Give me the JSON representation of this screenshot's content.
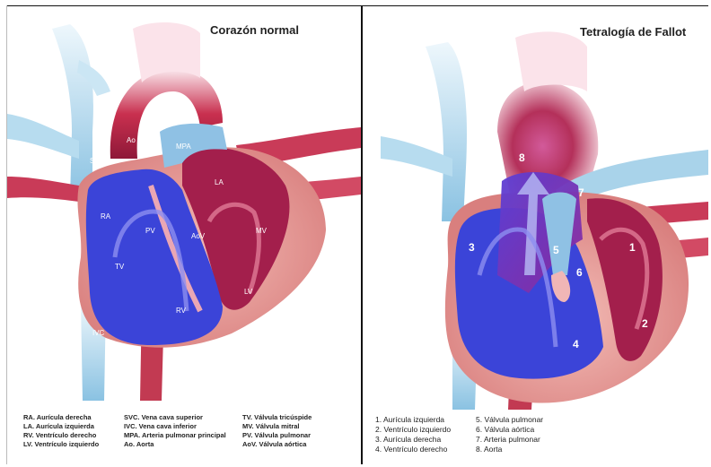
{
  "left": {
    "title": "Corazón normal",
    "labels": {
      "ao": "Ao",
      "mpa": "MPA",
      "svc": "SVC",
      "la": "LA",
      "ra": "RA",
      "pv": "PV",
      "aov": "AoV",
      "mv": "MV",
      "tv": "TV",
      "lv": "LV",
      "rv": "RV",
      "ivc": "IVC"
    },
    "legend": {
      "col1": [
        "RA. Aurícula derecha",
        "LA. Aurícula izquierda",
        "RV. Ventrículo derecho",
        "LV. Ventrículo izquierdo"
      ],
      "col2": [
        "SVC. Vena cava superior",
        "IVC. Vena cava inferior",
        "MPA. Arteria pulmonar principal",
        "Ao. Aorta"
      ],
      "col3": [
        "TV. Válvula tricúspide",
        "MV. Válvula mitral",
        "PV. Válvula pulmonar",
        "AoV. Válvula aórtica"
      ]
    }
  },
  "right": {
    "title": "Tetralogía de Fallot",
    "numbers": {
      "n1": "1",
      "n2": "2",
      "n3": "3",
      "n4": "4",
      "n5": "5",
      "n6": "6",
      "n7": "7",
      "n8": "8"
    },
    "legend": {
      "col1": [
        "1. Aurícula izquierda",
        "2. Ventrículo izquierdo",
        "3. Aurícula derecha",
        "4. Ventrículo derecho"
      ],
      "col2": [
        "5. Válvula pulmonar",
        "6. Válvula aórtica",
        "7. Arteria pulmonar",
        "8. Aorta"
      ]
    }
  },
  "colors": {
    "deoxygenated": "#3b44d8",
    "oxygenated": "#b0204e",
    "vein": "#a9d3ea",
    "muscle": "#e8a0a0",
    "aorta_top": "#c9304f"
  }
}
